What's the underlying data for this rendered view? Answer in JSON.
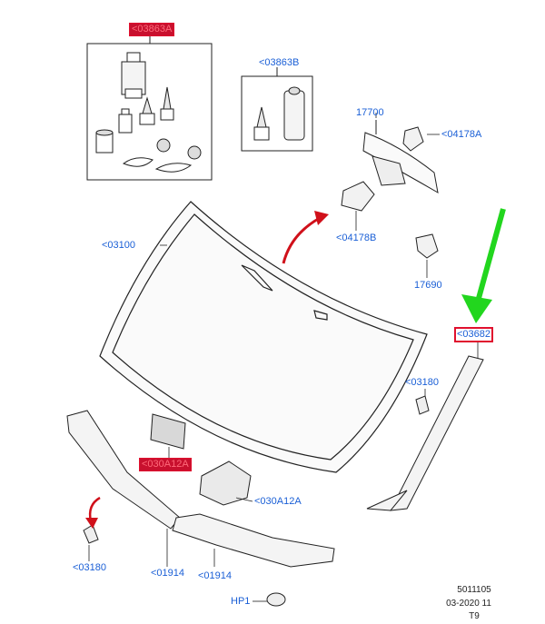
{
  "labels": {
    "kit_a": "<03863A",
    "kit_b": "<03863B",
    "p17700": "17700",
    "p04178a": "<04178A",
    "p04178b": "<04178B",
    "p03100": "<03100",
    "p17690": "17690",
    "p03682": "<03682",
    "p03180_right": "<03180",
    "p030a12_left": "<030A12A",
    "p030a12_right": "<030A12A",
    "p03180_left": "<03180",
    "p01914_left": "<01914",
    "p01914_right": "<01914",
    "hp1": "HP1"
  },
  "footer": {
    "line1": "5011105",
    "line2": "03-2020 11",
    "line3": "T9"
  },
  "colors": {
    "label": "#1a5fd6",
    "highlight": "#e0102e",
    "arrow_red": "#d0101a",
    "arrow_green": "#22d61e"
  }
}
